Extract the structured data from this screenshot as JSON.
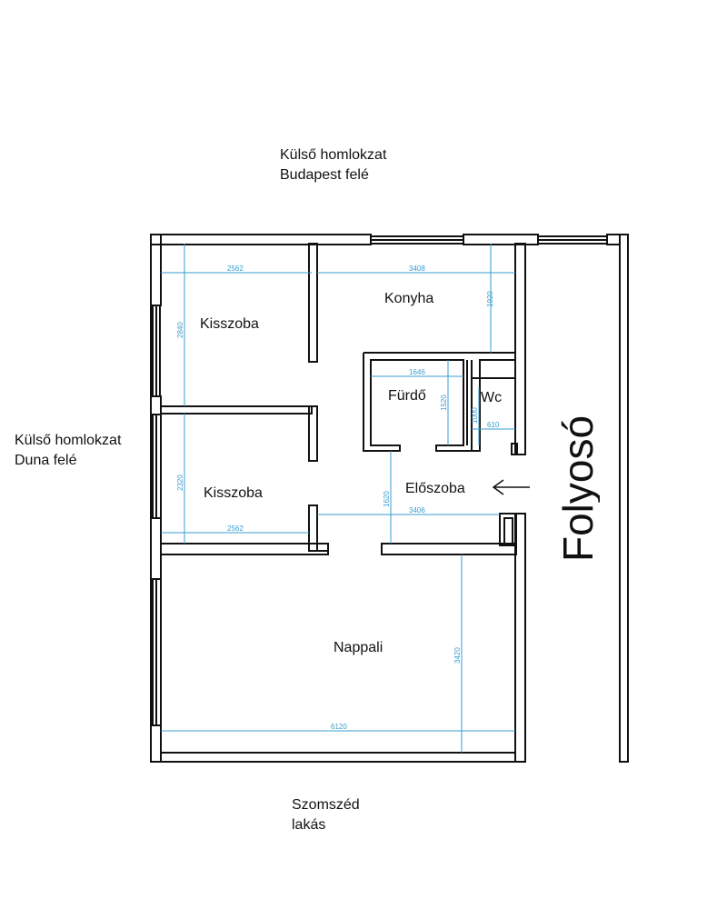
{
  "orientation": {
    "top_line1": "Külső homlokzat",
    "top_line2": "Budapest felé",
    "left_line1": "Külső homlokzat",
    "left_line2": "Duna felé",
    "bottom_line1": "Szomszéd",
    "bottom_line2": "lakás"
  },
  "rooms": {
    "kisszoba_top": "Kisszoba",
    "kisszoba_bottom": "Kisszoba",
    "konyha": "Konyha",
    "furdo": "Fürdő",
    "wc": "Wc",
    "eloszoba": "Előszoba",
    "nappali": "Nappali",
    "folyoso": "Folyosó"
  },
  "dimensions": {
    "kisszoba_top_width": "2562",
    "kisszoba_top_height": "2840",
    "konyha_width": "3408",
    "konyha_height": "1920",
    "furdo_width": "1646",
    "furdo_height": "1520",
    "wc_height": "1000",
    "wc_width": "610",
    "kisszoba_bottom_height": "2320",
    "kisszoba_bottom_width": "2562",
    "eloszoba_height": "1620",
    "eloszoba_width": "3406",
    "nappali_height": "3420",
    "nappali_width": "6120"
  },
  "colors": {
    "wall": "#111111",
    "dimension": "#3a9ccf"
  },
  "icons": {
    "entrance": "arrow-left-icon"
  }
}
